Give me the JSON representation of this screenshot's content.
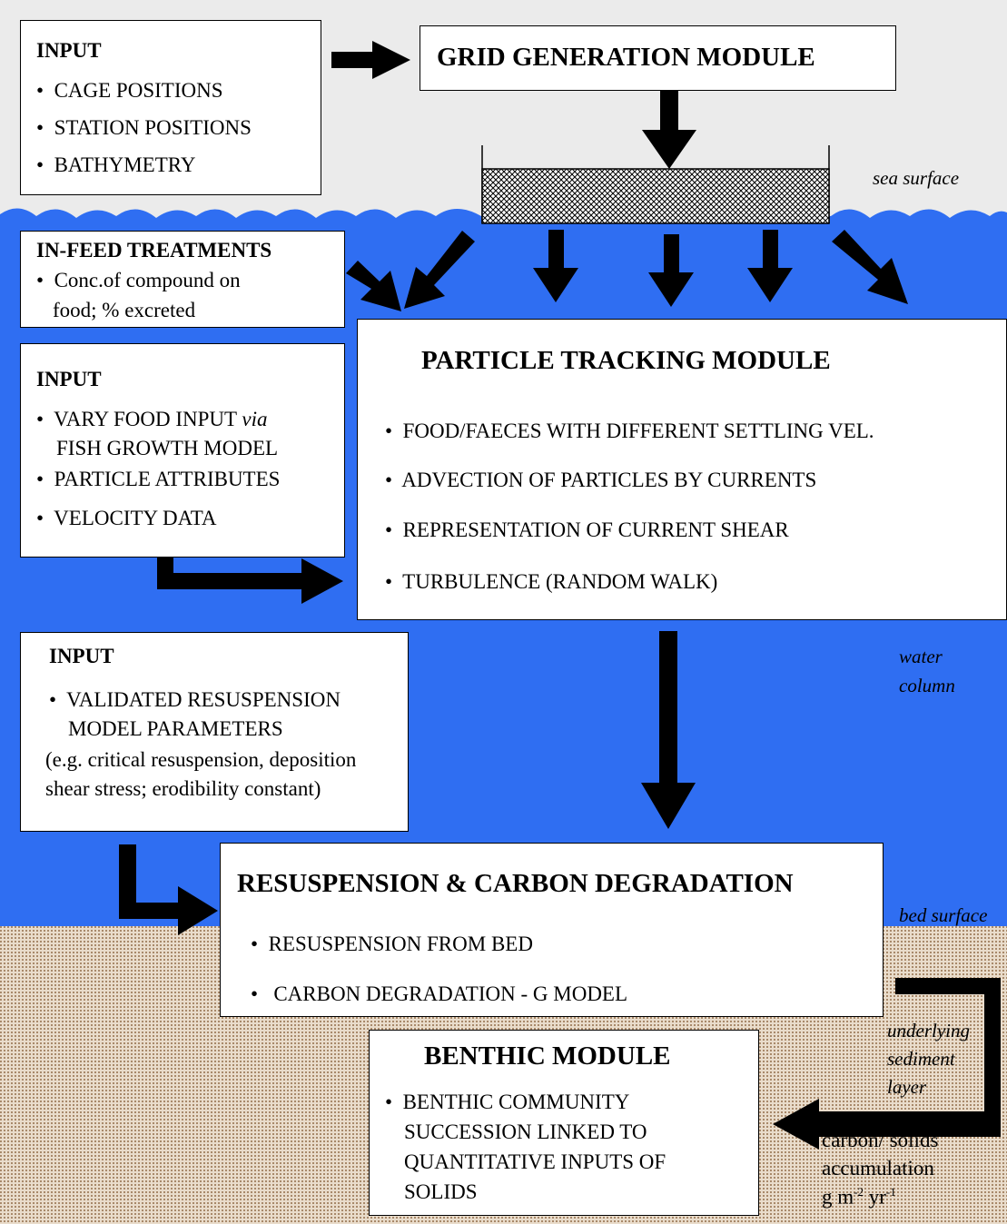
{
  "colors": {
    "sky": "#ebebeb",
    "water": "#2f6ef2",
    "sediment": "#e9dccb",
    "sediment_dots": "#a8896a",
    "box": "#ffffff",
    "arrow": "#000000"
  },
  "input_box_1": {
    "title": "INPUT",
    "items": [
      "CAGE POSITIONS",
      "STATION POSITIONS",
      "BATHYMETRY"
    ]
  },
  "grid_module": {
    "title": "GRID GENERATION MODULE"
  },
  "infeed_box": {
    "title": "IN-FEED TREATMENTS",
    "line1": "Conc.of compound on",
    "line2": "food; % excreted"
  },
  "input_box_2": {
    "title": "INPUT",
    "item1_line1": "VARY FOOD INPUT",
    "item1_via": "via",
    "item1_line2": "FISH GROWTH MODEL",
    "item2": "PARTICLE ATTRIBUTES",
    "item3": "VELOCITY DATA"
  },
  "particle_module": {
    "title": "PARTICLE TRACKING MODULE",
    "items": [
      "FOOD/FAECES WITH DIFFERENT SETTLING VEL.",
      "ADVECTION OF PARTICLES BY CURRENTS",
      "REPRESENTATION OF CURRENT SHEAR",
      "TURBULENCE (RANDOM WALK)"
    ]
  },
  "input_box_3": {
    "title": "INPUT",
    "line1": "VALIDATED RESUSPENSION",
    "line2": "MODEL PARAMETERS",
    "line3": "(e.g. critical resuspension, deposition",
    "line4": "shear stress; erodibility constant)"
  },
  "resuspension_module": {
    "title": "RESUSPENSION & CARBON DEGRADATION",
    "items": [
      "RESUSPENSION FROM BED",
      "CARBON DEGRADATION - G MODEL"
    ]
  },
  "benthic_module": {
    "title": "BENTHIC MODULE",
    "lines": [
      "BENTHIC COMMUNITY",
      "SUCCESSION LINKED TO",
      "QUANTITATIVE INPUTS OF",
      "SOLIDS"
    ]
  },
  "zone_labels": {
    "sea_surface": "sea surface",
    "water_column_1": "water",
    "water_column_2": "column",
    "bed_surface": "bed surface",
    "sediment_1": "underlying",
    "sediment_2": "sediment",
    "sediment_3": "layer"
  },
  "accumulation": {
    "line1": "carbon/ solids",
    "line2": "accumulation",
    "unit_g": "g m",
    "exp1": "-2",
    "unit_yr": " yr",
    "exp2": "-1"
  },
  "bullet": "•"
}
